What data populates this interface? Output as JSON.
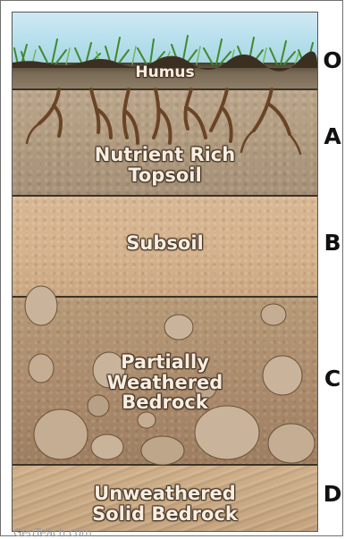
{
  "layers": {
    "humus": "Humus",
    "topsoil": [
      "Nutrient Rich",
      "Topsoil"
    ],
    "subsoil": "Subsoil",
    "weathered": [
      "Partially",
      "Weathered",
      "Bedrock"
    ],
    "bedrock": [
      "Unweathered",
      "Solid Bedrock"
    ]
  },
  "horizons": [
    "O",
    "A",
    "B",
    "C",
    "D"
  ],
  "credit": "GeoTeach.com",
  "colors": {
    "sky": "#b7dfec",
    "humus": "#6b5c48",
    "topsoil": "#b09a7e",
    "subsoil": "#d3b18b",
    "weathered": "#a9896a",
    "bedrock": "#c5a47e",
    "grass": "#4e9a3c",
    "roots": "#6a4426",
    "rocks": "#c9b39a"
  }
}
